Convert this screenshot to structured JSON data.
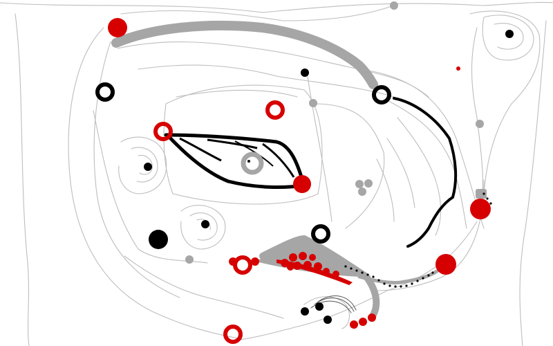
{
  "palette": {
    "background": "#ffffff",
    "contour": "#bdbdbd",
    "brush_gray": "#a6a6a6",
    "ink": "#000000",
    "accent_red": "#d60000"
  },
  "glyphs": {
    "eye": "eye-glyph",
    "brow": "brow-stroke",
    "ear": "ear-glyph",
    "lips": "lips-glyph"
  }
}
